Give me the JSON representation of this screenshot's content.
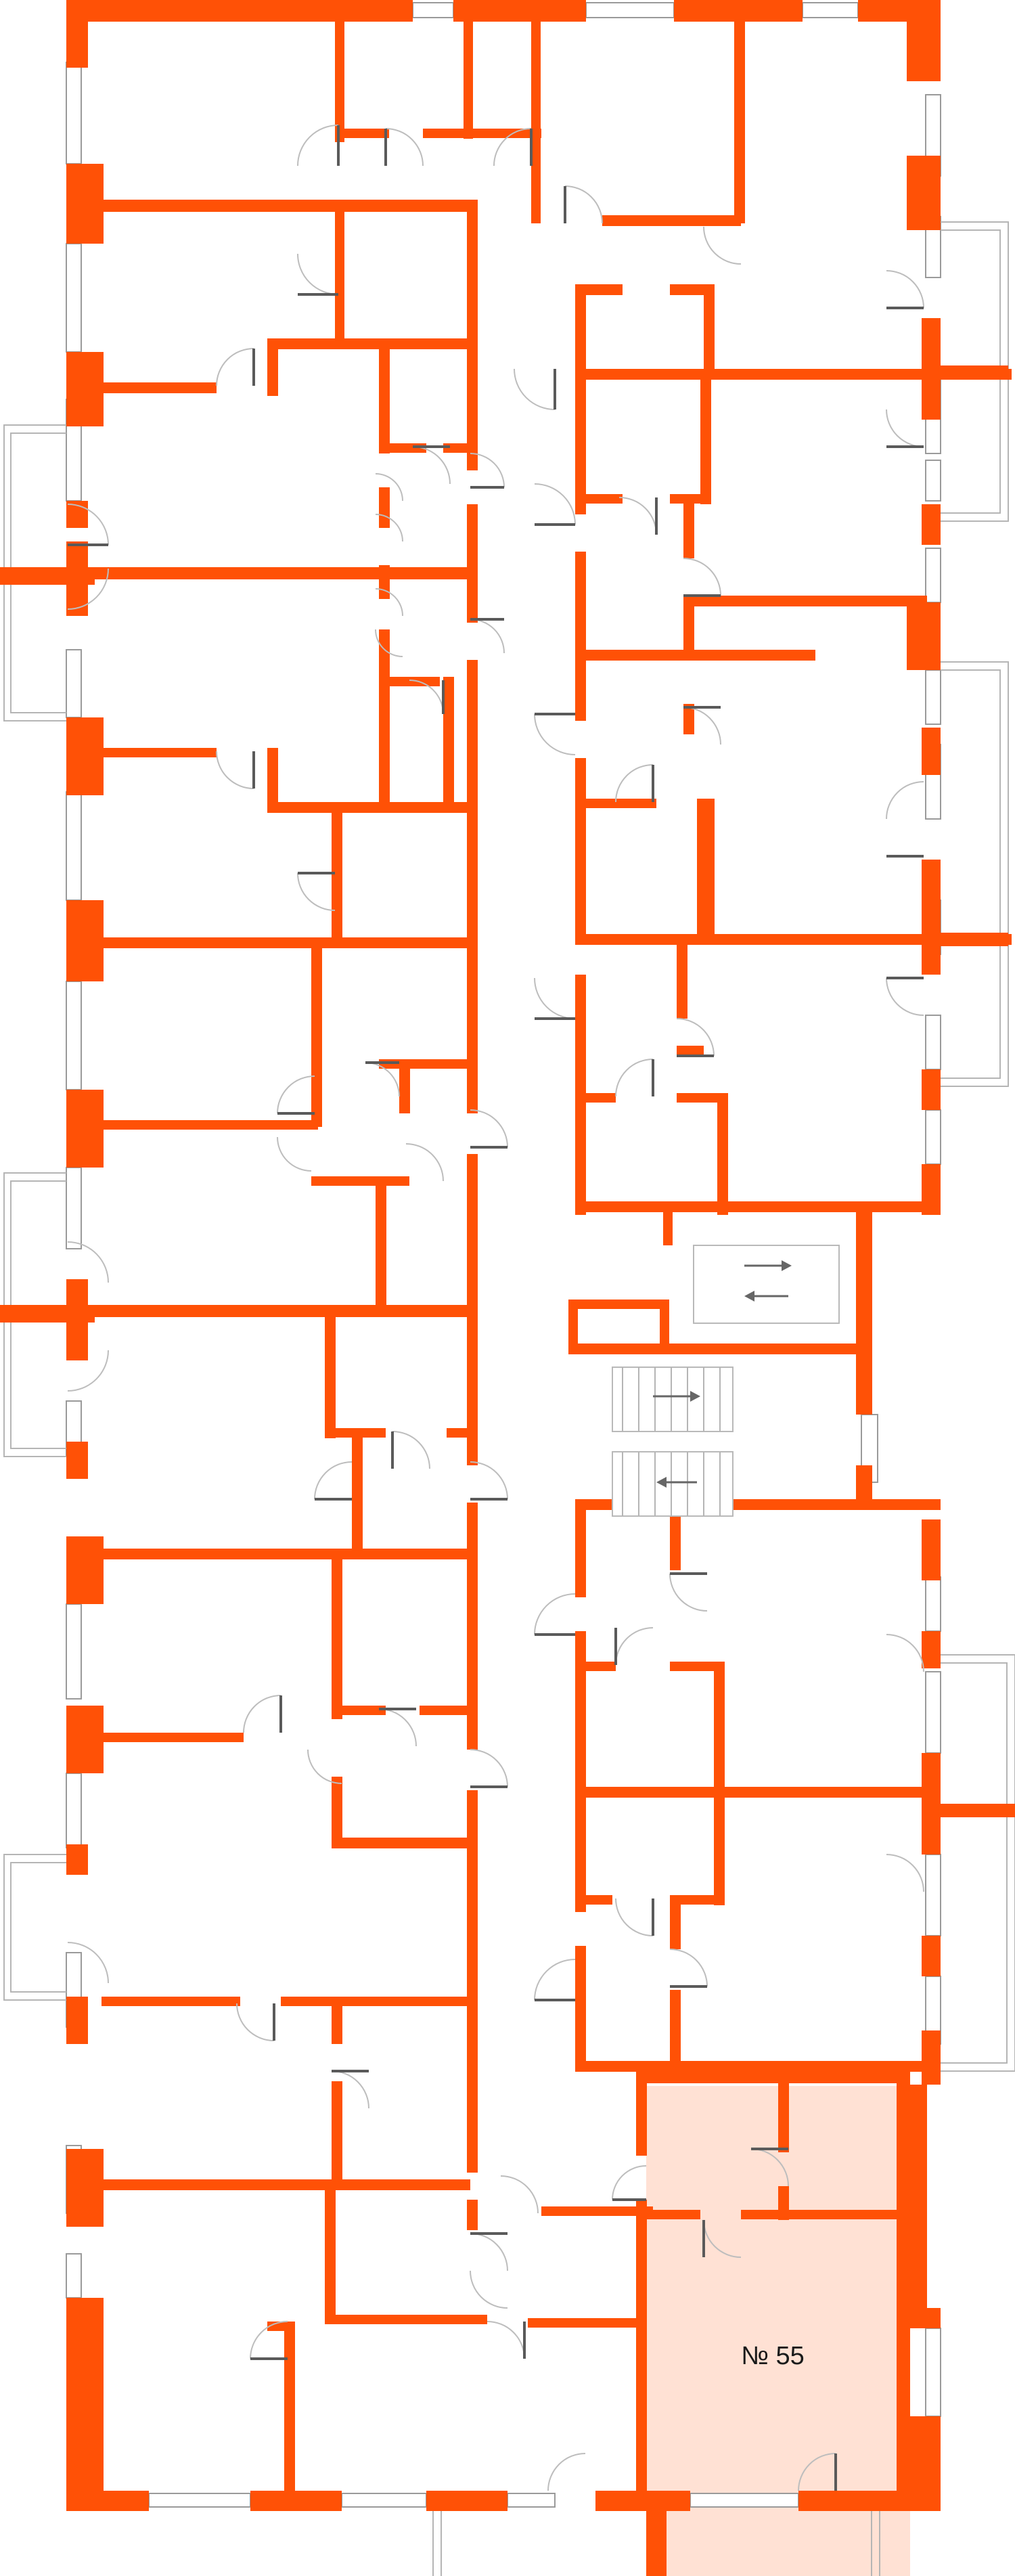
{
  "plan": {
    "colors": {
      "wall": "#FF5106",
      "highlight": "#FFE1D4",
      "background": "#FFFFFF",
      "fixture_stroke": "#9A9A9A"
    },
    "apartment": {
      "label": "№ 55",
      "highlighted": true
    },
    "fixtures": {
      "elevator": "elevator-with-up-down-arrows",
      "stairs": "stair-flights-with-arrows"
    }
  }
}
